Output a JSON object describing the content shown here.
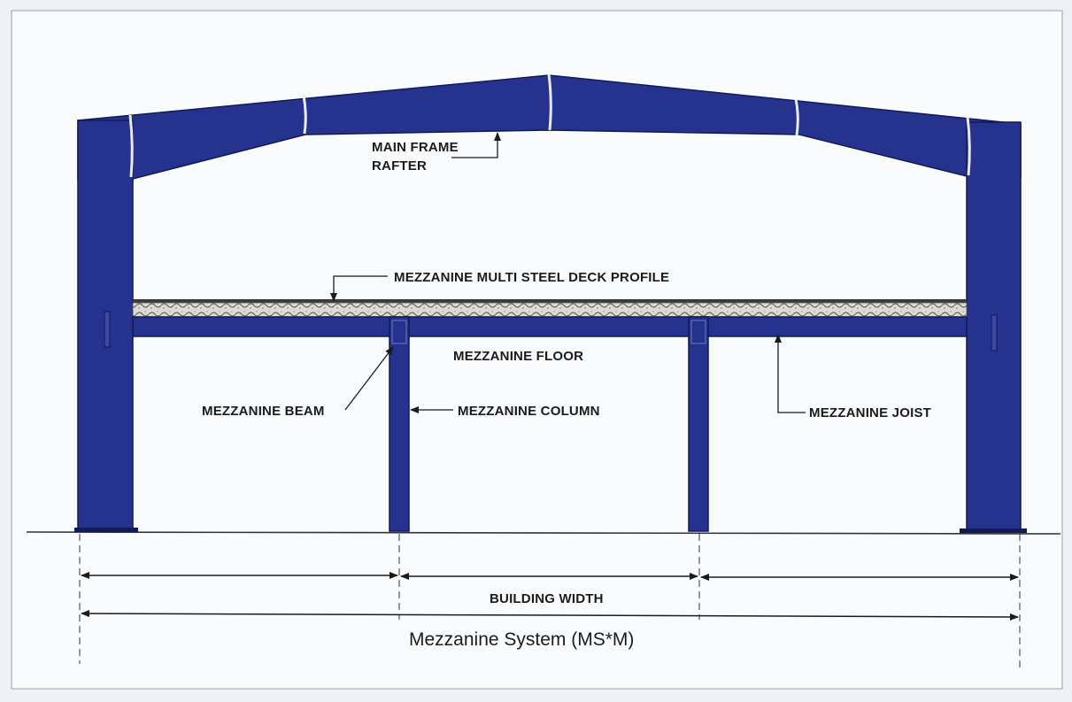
{
  "labels": {
    "rafter_line1": "MAIN FRAME",
    "rafter_line2": "RAFTER",
    "deck_profile": "MEZZANINE MULTI STEEL DECK PROFILE",
    "floor": "MEZZANINE FLOOR",
    "beam": "MEZZANINE BEAM",
    "column": "MEZZANINE COLUMN",
    "joist": "MEZZANINE JOIST",
    "building_width": "BUILDING WIDTH"
  },
  "title": "Mezzanine System (MS*M)",
  "colors": {
    "frame": "#26338e",
    "frame_edge": "#111a5a",
    "background": "#eef1f5",
    "paper": "#fafbfd",
    "line": "#1b1b1b"
  }
}
